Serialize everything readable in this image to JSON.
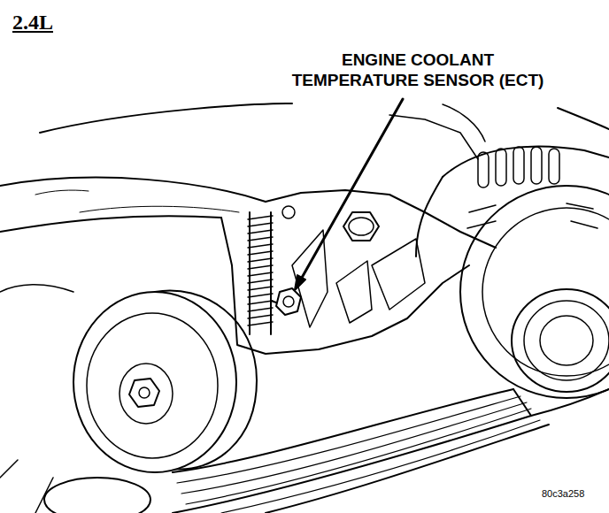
{
  "diagram": {
    "title": "2.4L",
    "labels": [
      "ENGINE COOLANT TEMPERATURE SENSOR (ECT)",
      "80c3a258"
    ]
  }
}
